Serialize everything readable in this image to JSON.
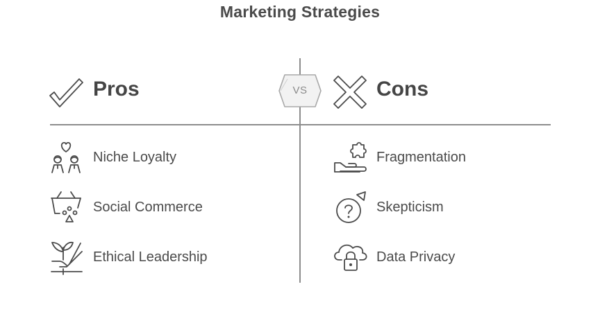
{
  "title": "Marketing Strategies",
  "vs_label": "VS",
  "pros": {
    "heading": "Pros",
    "icon": "checkmark-icon",
    "items": [
      {
        "label": "Niche Loyalty",
        "icon": "couple-heart-icon"
      },
      {
        "label": "Social Commerce",
        "icon": "shopping-basket-icon"
      },
      {
        "label": "Ethical Leadership",
        "icon": "hand-plant-icon"
      }
    ]
  },
  "cons": {
    "heading": "Cons",
    "icon": "cross-icon",
    "items": [
      {
        "label": "Fragmentation",
        "icon": "hand-puzzle-icon"
      },
      {
        "label": "Skepticism",
        "icon": "question-bubble-icon"
      },
      {
        "label": "Data Privacy",
        "icon": "cloud-lock-icon"
      }
    ]
  },
  "colors": {
    "text": "#4a4a4a",
    "divider": "#8c8c8c",
    "badge_fill": "#f2f2f2",
    "badge_stroke": "#a8a8a8"
  }
}
